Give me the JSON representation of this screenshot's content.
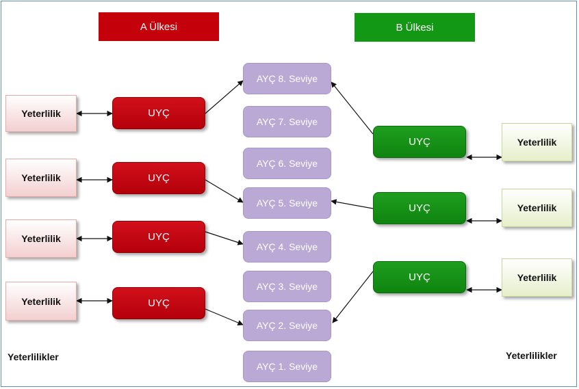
{
  "headers": {
    "a": "A Ülkesi",
    "b": "B Ülkesi"
  },
  "levels": [
    "AYÇ 8. Seviye",
    "AYÇ 7. Seviye",
    "AYÇ 6. Seviye",
    "AYÇ 5. Seviye",
    "AYÇ 4. Seviye",
    "AYÇ 3. Seviye",
    "AYÇ 2. Seviye",
    "AYÇ 1. Seviye"
  ],
  "left": {
    "qualification_label": "Yeterlilik",
    "framework_label": "UYÇ",
    "caption": "Yeterlilikler",
    "color": "#c4000b"
  },
  "right": {
    "qualification_label": "Yeterlilik",
    "framework_label": "UYÇ",
    "caption": "Yeterlilikler",
    "color": "#129814"
  },
  "level_color": "#b9a9d4"
}
